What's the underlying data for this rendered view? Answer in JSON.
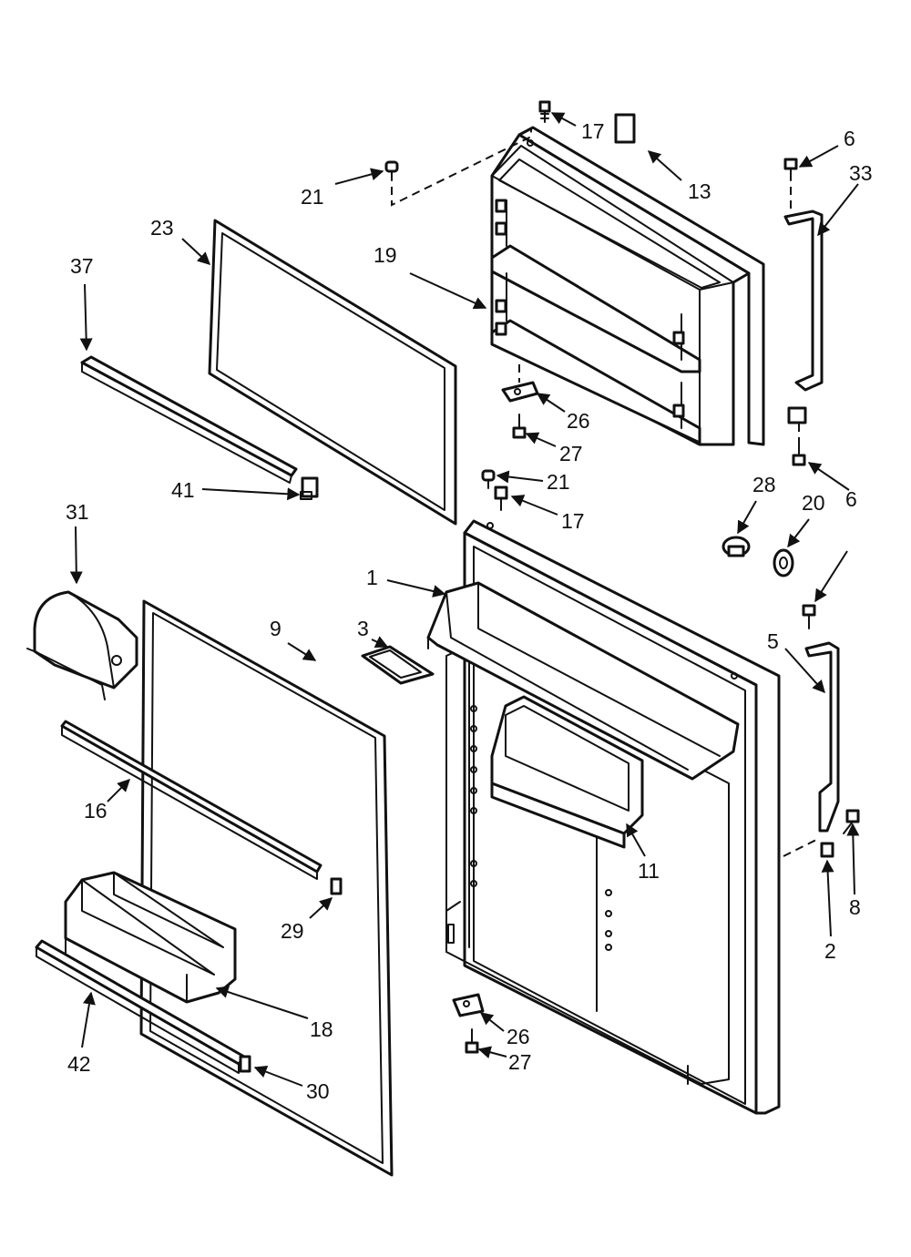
{
  "diagram": {
    "callouts": {
      "c17a": "17",
      "c13": "13",
      "c6a": "6",
      "c33": "33",
      "c21a": "21",
      "c23": "23",
      "c19": "19",
      "c37": "37",
      "c26a": "26",
      "c27a": "27",
      "c21b": "21",
      "c17b": "17",
      "c6b": "6",
      "c41": "41",
      "c31": "31",
      "c28": "28",
      "c20": "20",
      "c1": "1",
      "c9": "9",
      "c3": "3",
      "c5": "5",
      "c16": "16",
      "c11": "11",
      "c8": "8",
      "c2": "2",
      "c29": "29",
      "c18": "18",
      "c26b": "26",
      "c27b": "27",
      "c42": "42",
      "c30": "30"
    }
  }
}
